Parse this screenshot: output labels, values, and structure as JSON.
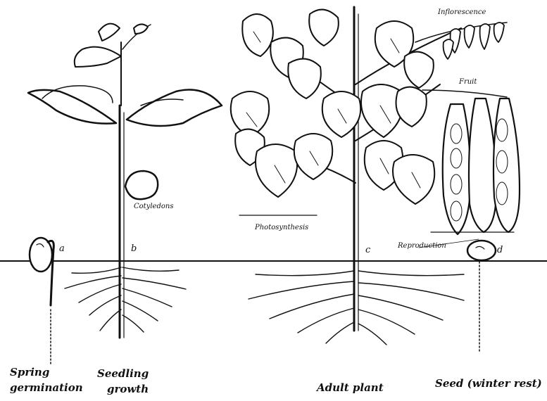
{
  "labels": {
    "inflorescence": "Inflorescence",
    "fruit": "Fruit",
    "cotyledons": "Cotyledons",
    "photosynthesis": "Photosynthesis",
    "reproduction": "Reproduction",
    "marker_a": "a",
    "marker_b": "b",
    "marker_c": "c",
    "marker_d": "d"
  },
  "stages": [
    {
      "line1": "Spring",
      "line2": "germination"
    },
    {
      "line1": "Seedling",
      "line2": "growth"
    },
    {
      "line1": "Adult plant"
    },
    {
      "line1": "Seed (winter rest)"
    }
  ]
}
